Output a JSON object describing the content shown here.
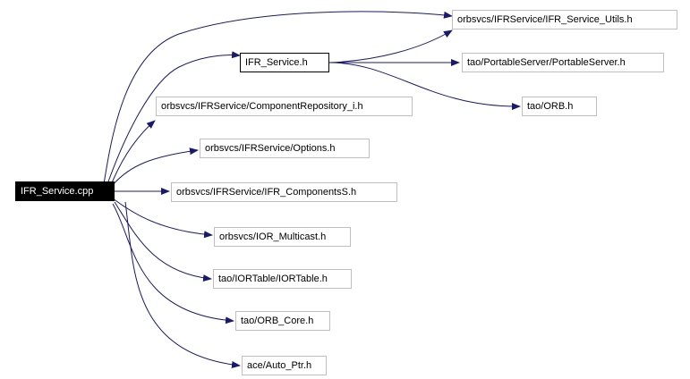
{
  "colors": {
    "edge": "#191970",
    "node_border": "#bfbfbf",
    "root_fill": "#000000"
  },
  "nodes": {
    "root": "IFR_Service.cpp",
    "ifr_service_h": "IFR_Service.h",
    "ifr_service_utils": "orbsvcs/IFRService/IFR_Service_Utils.h",
    "portable_server": "tao/PortableServer/PortableServer.h",
    "orb": "tao/ORB.h",
    "component_repository": "orbsvcs/IFRService/ComponentRepository_i.h",
    "options": "orbsvcs/IFRService/Options.h",
    "components_s": "orbsvcs/IFRService/IFR_ComponentsS.h",
    "ior_multicast": "orbsvcs/IOR_Multicast.h",
    "ior_table": "tao/IORTable/IORTable.h",
    "orb_core": "tao/ORB_Core.h",
    "auto_ptr": "ace/Auto_Ptr.h"
  },
  "edges": [
    [
      "root",
      "ifr_service_utils"
    ],
    [
      "root",
      "ifr_service_h"
    ],
    [
      "root",
      "component_repository"
    ],
    [
      "root",
      "options"
    ],
    [
      "root",
      "components_s"
    ],
    [
      "root",
      "ior_multicast"
    ],
    [
      "root",
      "ior_table"
    ],
    [
      "root",
      "orb_core"
    ],
    [
      "root",
      "auto_ptr"
    ],
    [
      "ifr_service_h",
      "ifr_service_utils"
    ],
    [
      "ifr_service_h",
      "portable_server"
    ],
    [
      "ifr_service_h",
      "orb"
    ]
  ]
}
